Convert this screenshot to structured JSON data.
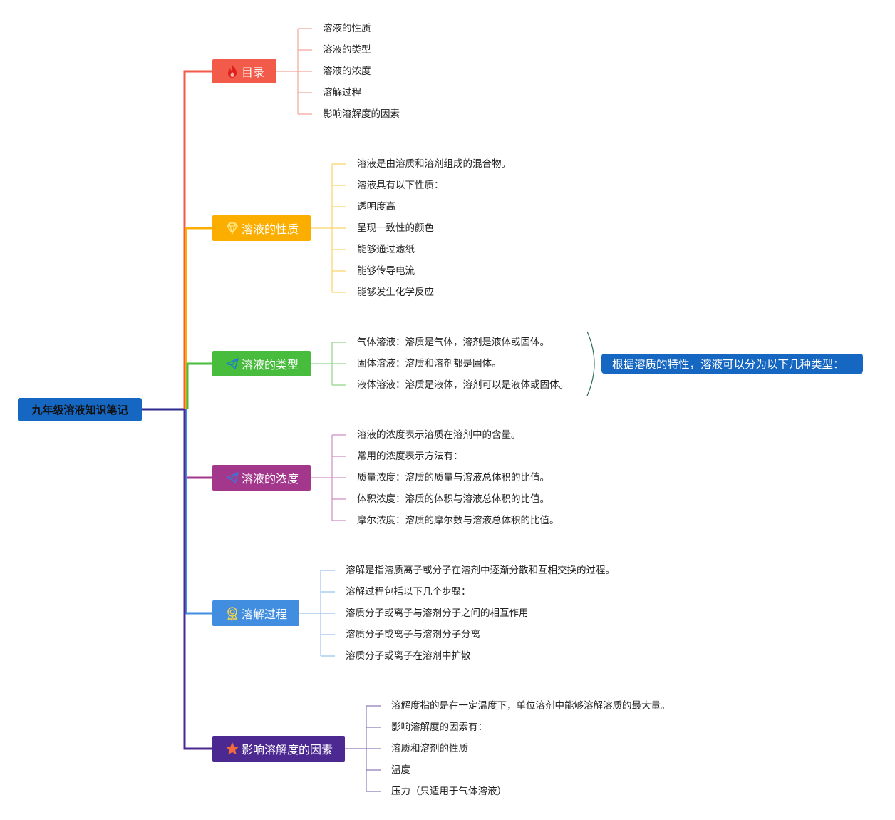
{
  "root": {
    "label": "九年级溶液知识笔记"
  },
  "branches": [
    {
      "label": "目录",
      "icon": "fire-icon",
      "color": "#f25a4a",
      "items": [
        "溶液的性质",
        "溶液的类型",
        "溶液的浓度",
        "溶解过程",
        "影响溶解度的因素"
      ]
    },
    {
      "label": "溶液的性质",
      "icon": "diamond-icon",
      "color": "#fbae00",
      "items": [
        "溶液是由溶质和溶剂组成的混合物。",
        "溶液具有以下性质：",
        "透明度高",
        "呈现一致性的颜色",
        "能够通过滤纸",
        "能够传导电流",
        "能够发生化学反应"
      ]
    },
    {
      "label": "溶液的类型",
      "icon": "paper-plane-icon",
      "color": "#48bc3d",
      "items": [
        "气体溶液：溶质是气体，溶剂是液体或固体。",
        "固体溶液：溶质和溶剂都是固体。",
        "液体溶液：溶质是液体，溶剂可以是液体或固体。"
      ]
    },
    {
      "label": "溶液的浓度",
      "icon": "paper-plane-icon",
      "color": "#a3378c",
      "items": [
        "溶液的浓度表示溶质在溶剂中的含量。",
        "常用的浓度表示方法有：",
        "质量浓度：溶质的质量与溶液总体积的比值。",
        "体积浓度：溶质的体积与溶液总体积的比值。",
        "摩尔浓度：溶质的摩尔数与溶液总体积的比值。"
      ]
    },
    {
      "label": "溶解过程",
      "icon": "award-icon",
      "color": "#418ee0",
      "items": [
        "溶解是指溶质离子或分子在溶剂中逐渐分散和互相交换的过程。",
        "溶解过程包括以下几个步骤：",
        "溶质分子或离子与溶剂分子之间的相互作用",
        "溶质分子或离子与溶剂分子分离",
        "溶质分子或离子在溶剂中扩散"
      ]
    },
    {
      "label": "影响溶解度的因素",
      "icon": "star-icon",
      "color": "#4b2991",
      "items": [
        "溶解度指的是在一定温度下，单位溶剂中能够溶解溶质的最大量。",
        "影响溶解度的因素有：",
        "溶质和溶剂的性质",
        "温度",
        "压力（只适用于气体溶液）"
      ]
    }
  ],
  "summary": {
    "label": "根据溶质的特性，溶液可以分为以下几种类型：",
    "attached_to": "溶液的类型"
  },
  "colors": {
    "root": "#1667c2",
    "root_line": "#2e2a8f",
    "summary": "#1667c2",
    "leaf_text": "#222222"
  }
}
